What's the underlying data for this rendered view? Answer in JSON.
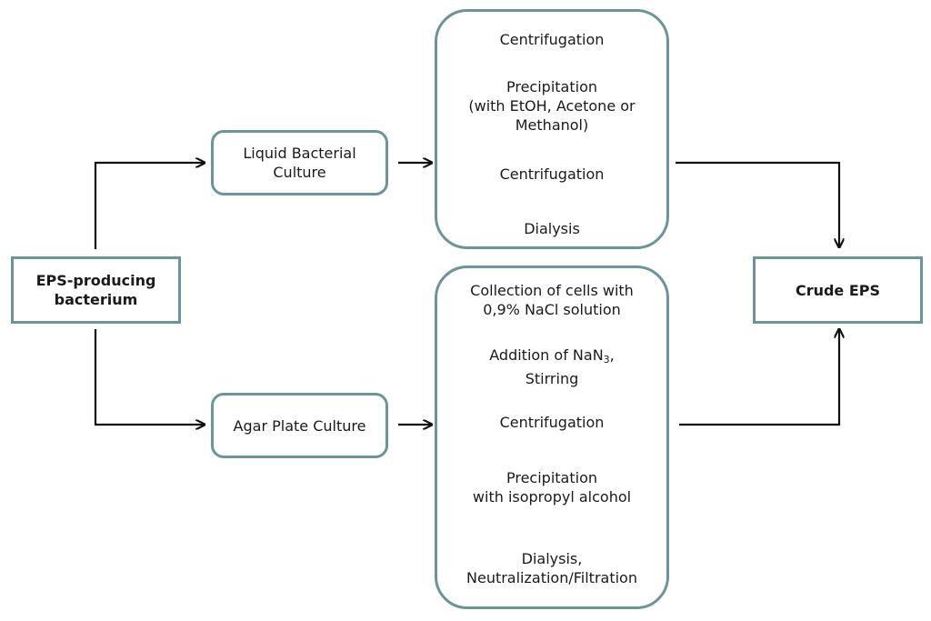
{
  "nodes": {
    "source": {
      "line1": "EPS-producing",
      "line2": "bacterium"
    },
    "liquid": {
      "line1": "Liquid Bacterial",
      "line2": "Culture"
    },
    "agar": {
      "label": "Agar Plate Culture"
    },
    "crude": {
      "label": "Crude EPS"
    }
  },
  "liquid_process": {
    "step1": "Centrifugation",
    "step2_l1": "Precipitation",
    "step2_l2": "(with EtOH, Acetone or",
    "step2_l3": "Methanol)",
    "step3": "Centrifugation",
    "step4": "Dialysis"
  },
  "agar_process": {
    "step1_l1": "Collection of cells with",
    "step1_l2": "0,9% NaCl solution",
    "step2_pre": "Addition of NaN",
    "step2_sub": "3",
    "step2_post": ",",
    "step2_l2": "Stirring",
    "step3": "Centrifugation",
    "step4_l1": "Precipitation",
    "step4_l2": "with isopropyl alcohol",
    "step5_l1": "Dialysis,",
    "step5_l2": "Neutralization/Filtration"
  },
  "colors": {
    "box_border": "#6c9596",
    "arrow": "#111111"
  }
}
